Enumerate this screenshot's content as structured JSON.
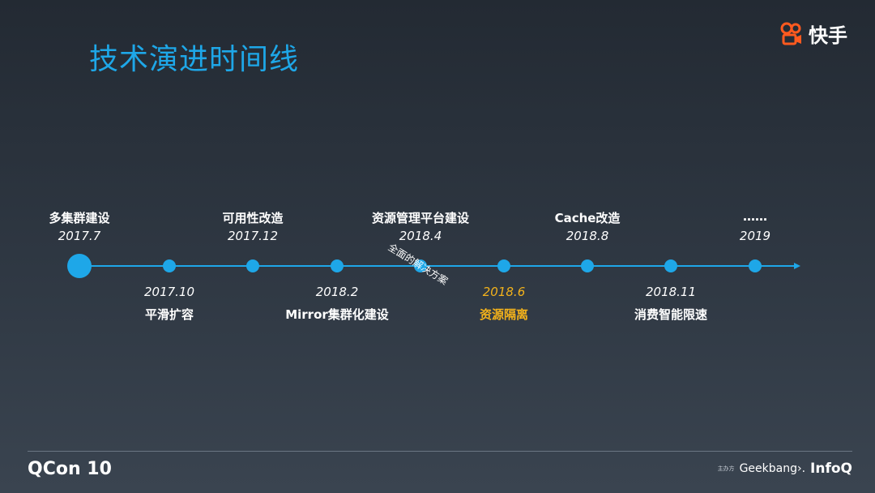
{
  "slide": {
    "title": "技术演进时间线",
    "brand": "快手",
    "footer_left": "QCon 10",
    "sponsor_organizer": "主办方",
    "sponsor_geekbang": "Geekbang›.",
    "sponsor_infoq": "InfoQ"
  },
  "colors": {
    "accent": "#1ea7e8",
    "highlight": "#f3b21b",
    "brand_orange": "#ff5a1f"
  },
  "timeline": {
    "events": [
      {
        "label": "多集群建设",
        "date": "2017.7",
        "position": "top",
        "highlight": false,
        "major": true
      },
      {
        "label": "平滑扩容",
        "date": "2017.10",
        "position": "bottom",
        "highlight": false
      },
      {
        "label": "可用性改造",
        "date": "2017.12",
        "position": "top",
        "highlight": false
      },
      {
        "label": "Mirror集群化建设",
        "date": "2018.2",
        "position": "bottom",
        "highlight": false
      },
      {
        "label": "资源管理平台建设",
        "date": "2018.4",
        "position": "top",
        "highlight": false
      },
      {
        "label": "资源隔离",
        "date": "2018.6",
        "position": "bottom",
        "highlight": true
      },
      {
        "label": "Cache改造",
        "date": "2018.8",
        "position": "top",
        "highlight": false
      },
      {
        "label": "消费智能限速",
        "date": "2018.11",
        "position": "bottom",
        "highlight": false
      },
      {
        "label": "……",
        "date": "2019",
        "position": "top",
        "highlight": false
      }
    ],
    "annotation": "全面的解决方案"
  }
}
